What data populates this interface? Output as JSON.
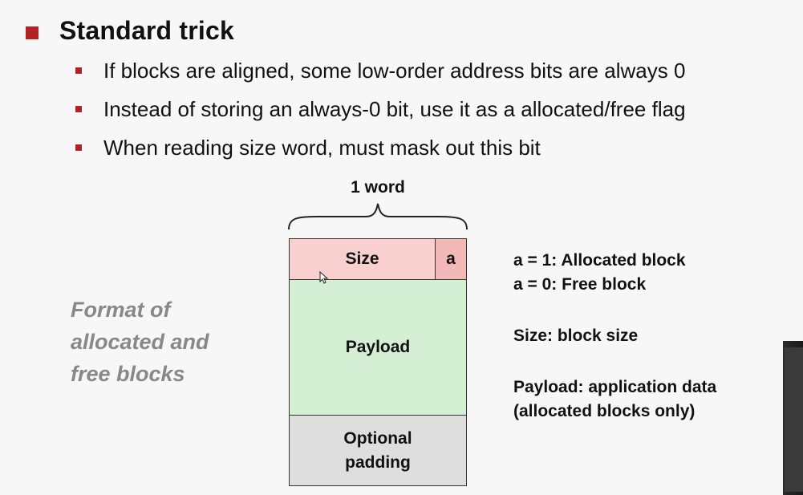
{
  "heading": "Standard trick",
  "bullets": [
    "If blocks are aligned, some low-order address bits are always 0",
    "Instead of storing an always-0 bit, use it as a allocated/free flag",
    "When reading size word, must mask out this bit"
  ],
  "diagram": {
    "word_label": "1 word",
    "size_cell": "Size",
    "a_cell": "a",
    "payload_cell": "Payload",
    "padding_cell_line1": "Optional",
    "padding_cell_line2": "padding"
  },
  "caption": {
    "line1": "Format of",
    "line2": "allocated and",
    "line3": "free blocks"
  },
  "legend": {
    "a1": "a = 1: Allocated block",
    "a0": "a = 0: Free block",
    "size": "Size: block size",
    "payload1": "Payload: application data",
    "payload2": "(allocated blocks only)"
  },
  "colors": {
    "bullet": "#b22222",
    "header_cell": "#f8d0d0",
    "a_cell": "#f3b8b8",
    "payload": "#d4efd4",
    "padding": "#dedede",
    "caption": "#888888"
  }
}
